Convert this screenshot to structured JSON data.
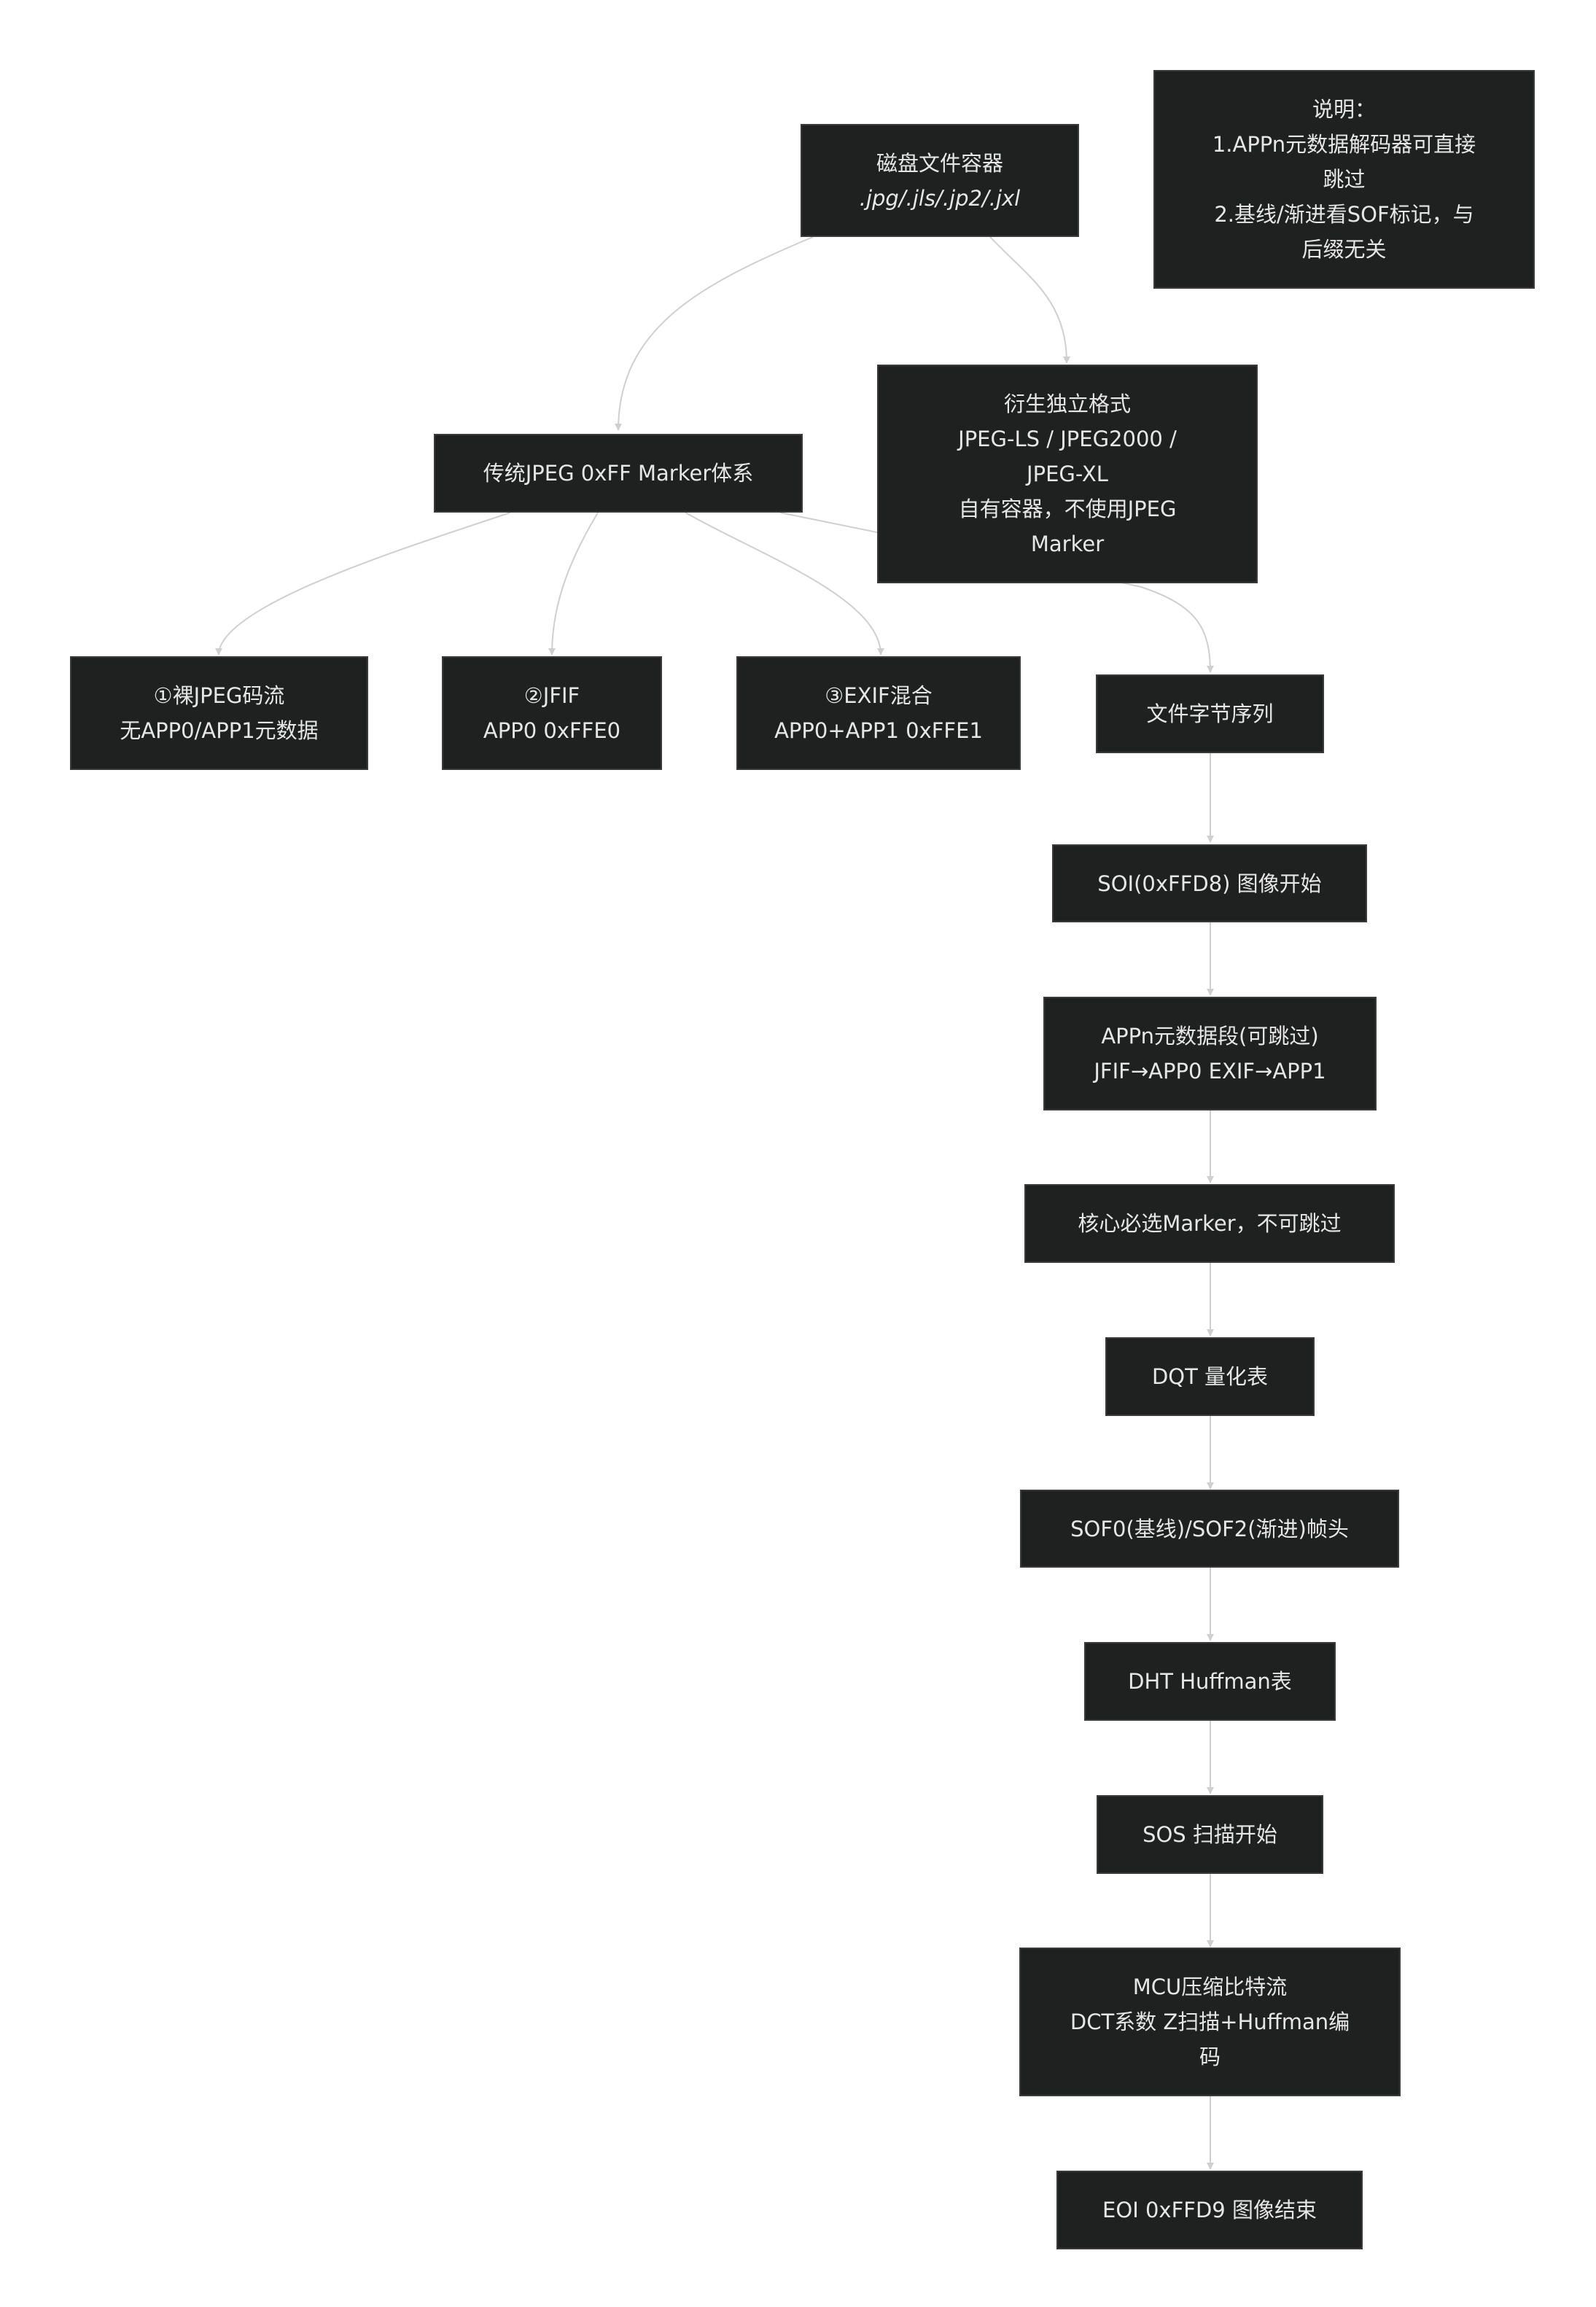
{
  "nodes": {
    "disk": {
      "lines": [
        "磁盘文件容器",
        ".jpg/.jls/.jp2/.jxl"
      ]
    },
    "note": {
      "lines": [
        "说明：",
        "1.APPn元数据解码器可直接",
        "跳过",
        "2.基线/渐进看SOF标记，与",
        "后缀无关"
      ]
    },
    "traditional": {
      "lines": [
        "传统JPEG 0xFF Marker体系"
      ]
    },
    "derived": {
      "lines": [
        "衍生独立格式",
        "JPEG-LS / JPEG2000 /",
        "JPEG-XL",
        "自有容器，不使用JPEG",
        "Marker"
      ]
    },
    "naked": {
      "lines": [
        "①裸JPEG码流",
        "无APP0/APP1元数据"
      ]
    },
    "jfif": {
      "lines": [
        "②JFIF",
        "APP0 0xFFE0"
      ]
    },
    "exif": {
      "lines": [
        "③EXIF混合",
        "APP0+APP1 0xFFE1"
      ]
    },
    "bytes": {
      "lines": [
        "文件字节序列"
      ]
    },
    "soi": {
      "lines": [
        "SOI(0xFFD8) 图像开始"
      ]
    },
    "appn": {
      "lines": [
        "APPn元数据段(可跳过)",
        "JFIF→APP0 EXIF→APP1"
      ]
    },
    "core": {
      "lines": [
        "核心必选Marker，不可跳过"
      ]
    },
    "dqt": {
      "lines": [
        "DQT 量化表"
      ]
    },
    "sof": {
      "lines": [
        "SOF0(基线)/SOF2(渐进)帧头"
      ]
    },
    "dht": {
      "lines": [
        "DHT Huffman表"
      ]
    },
    "sos": {
      "lines": [
        "SOS 扫描开始"
      ]
    },
    "mcu": {
      "lines": [
        "MCU压缩比特流",
        "DCT系数 Z扫描+Huffman编",
        "码"
      ]
    },
    "eoi": {
      "lines": [
        "EOI 0xFFD9 图像结束"
      ]
    }
  }
}
